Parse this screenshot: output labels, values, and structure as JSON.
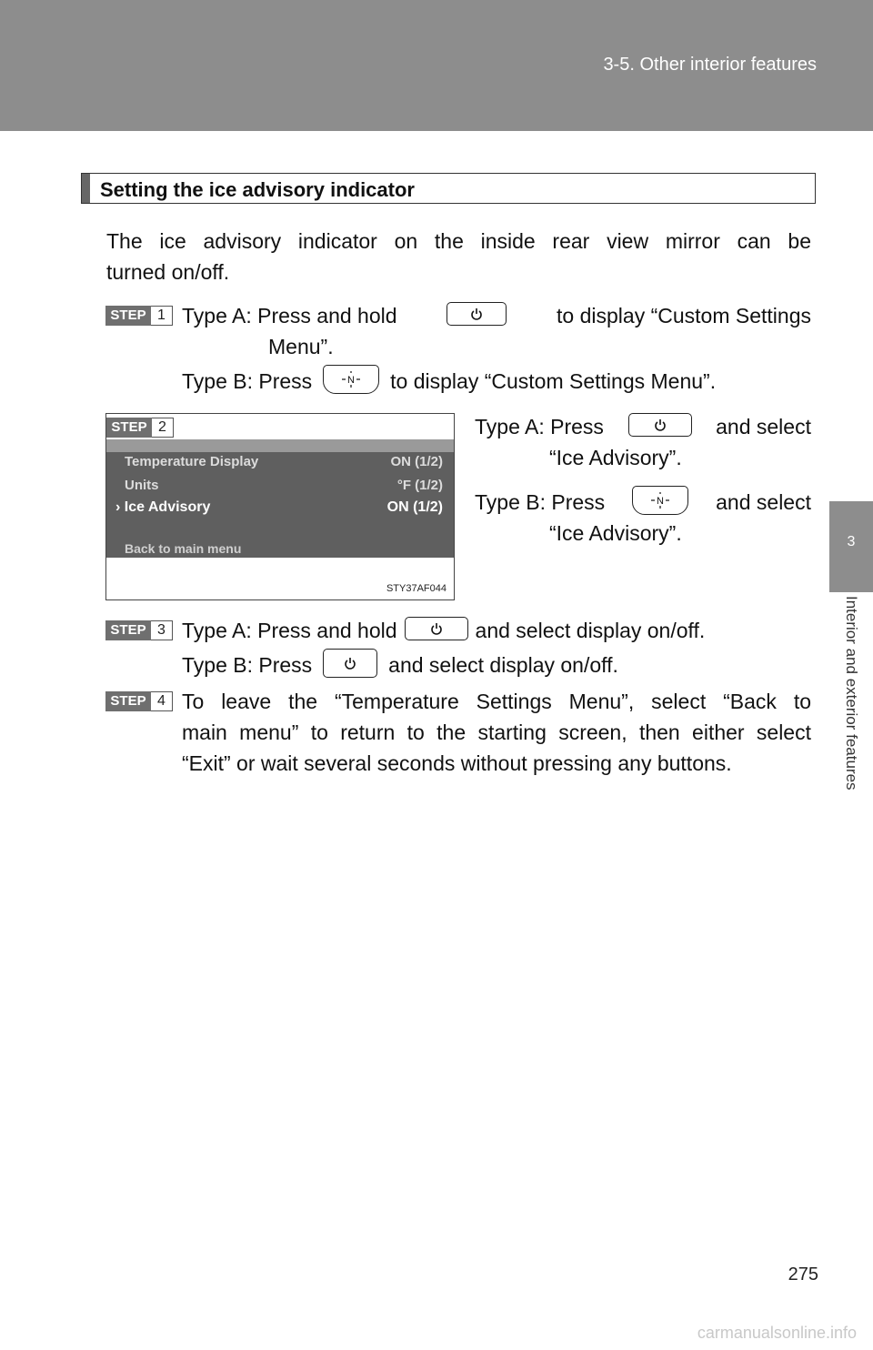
{
  "header": {
    "section": "3-5. Other interior features"
  },
  "side_tab": {
    "number": "3",
    "label": "Interior and exterior features"
  },
  "section_title": "Setting the ice advisory indicator",
  "intro": [
    "The ice advisory indicator on the inside rear view mirror can be",
    "turned on/off."
  ],
  "step_label": "STEP",
  "steps": {
    "s1": {
      "num": "1",
      "a_pre": "Type A: Press and hold",
      "a_post": "to display “Custom Settings",
      "a_cont": "Menu”.",
      "b_pre": "Type B: Press",
      "b_post": "to display “Custom Settings Menu”."
    },
    "s2": {
      "num": "2",
      "a_pre": "Type A: Press",
      "a_post": "and select",
      "a_cont": "“Ice Advisory”.",
      "b_pre": "Type B: Press",
      "b_post": "and select",
      "b_cont": "“Ice Advisory”."
    },
    "s3": {
      "num": "3",
      "a_pre": "Type A: Press and hold",
      "a_post": "and select display on/off.",
      "b_pre": "Type B: Press",
      "b_post": "and select display on/off."
    },
    "s4": {
      "num": "4",
      "lines": [
        "To leave the “Temperature Settings Menu”, select “Back to",
        "main menu” to return to the starting screen, then either select",
        "“Exit” or wait several seconds without pressing any buttons."
      ]
    }
  },
  "figure": {
    "rows": [
      {
        "label": "Temperature Display",
        "value": "ON  (1/2)"
      },
      {
        "label": "Units",
        "value": "°F  (1/2)"
      },
      {
        "label": "› Ice Advisory",
        "value": "ON  (1/2)"
      }
    ],
    "back": "Back to main menu",
    "code": "STY37AF044"
  },
  "page_number": "275",
  "watermark": "carmanualsonline.info",
  "icons": {
    "power": "power-icon",
    "compass": "compass-icon"
  }
}
